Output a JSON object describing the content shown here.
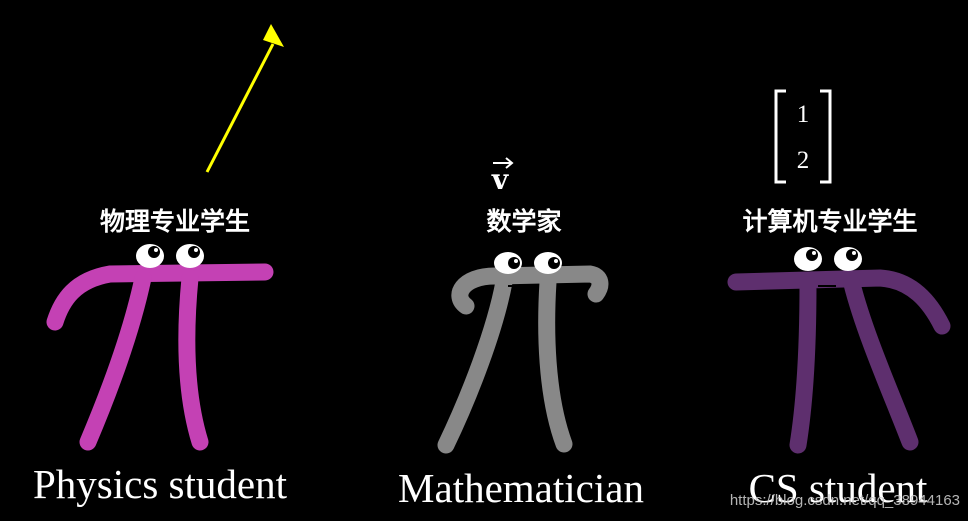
{
  "characters": [
    {
      "id": "physics",
      "cn_label": "物理专业学生",
      "en_label": "Physics student",
      "color": "#C441B4"
    },
    {
      "id": "math",
      "cn_label": "数学家",
      "en_label": "Mathematician",
      "color": "#888888"
    },
    {
      "id": "cs",
      "cn_label": "计算机专业学生",
      "en_label": "CS student",
      "color": "#5E2F6E"
    }
  ],
  "math_vector_symbol": "v",
  "matrix_entries": [
    "1",
    "2"
  ],
  "arrow_color": "#FFFF00",
  "watermark": "https://blog.csdn.net/qq_38944163"
}
